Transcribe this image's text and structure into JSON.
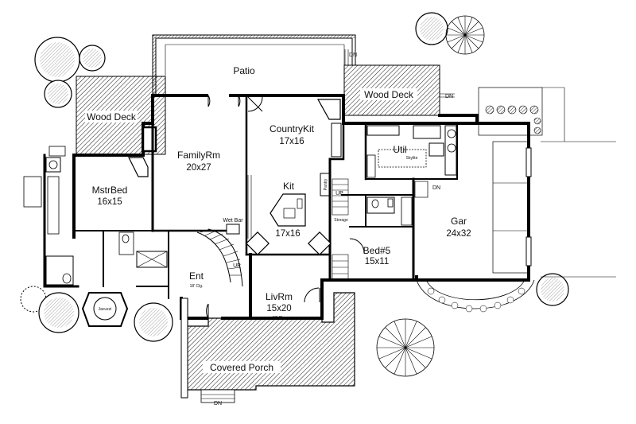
{
  "rooms": {
    "patio": {
      "name": "Patio"
    },
    "wood_deck_left": {
      "name": "Wood Deck"
    },
    "wood_deck_right": {
      "name": "Wood Deck"
    },
    "family": {
      "name": "FamilyRm",
      "size": "20x27"
    },
    "country_kit": {
      "name": "CountryKit",
      "size": "17x16"
    },
    "kit": {
      "name": "Kit",
      "size": "17x16"
    },
    "mstr_bed": {
      "name": "MstrBed",
      "size": "16x15"
    },
    "util": {
      "name": "Util"
    },
    "gar": {
      "name": "Gar",
      "size": "24x32"
    },
    "bed5": {
      "name": "Bed#5",
      "size": "15x11"
    },
    "ent": {
      "name": "Ent",
      "ceiling": "18' Clg."
    },
    "liv": {
      "name": "LivRm",
      "size": "15x20",
      "ceiling": "18' Clg."
    },
    "porch": {
      "name": "Covered Porch"
    }
  },
  "labels": {
    "dn_deck": "DN",
    "dn_deck_right": "DN",
    "dn_garage": "DN",
    "dn_porch": "DN",
    "up_stair": "UP",
    "up_kit": "UP",
    "wet_bar": "Wet Bar",
    "pantry": "Pantry",
    "storage": "Storage",
    "jacuzzi": "Jacuzzi",
    "skylite": "Skylite"
  }
}
